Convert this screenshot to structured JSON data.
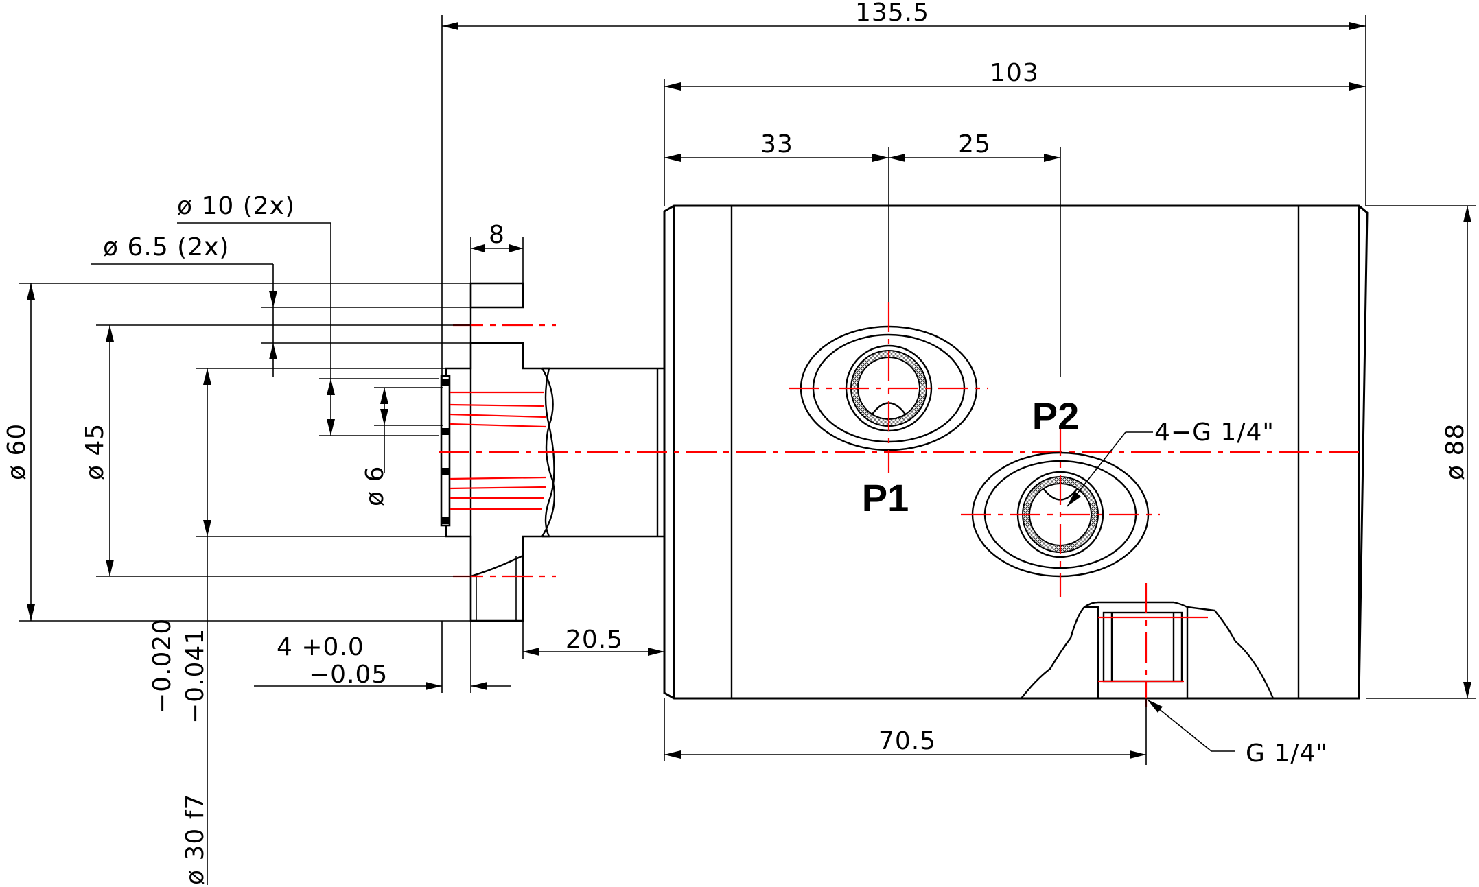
{
  "dimensions": {
    "total_length": "135.5",
    "body_length": "103",
    "p1_offset": "33",
    "p1_p2_spacing": "25",
    "flange_thickness": "8",
    "hole_10": "ø 10 (2x)",
    "hole_6_5": "ø 6.5 (2x)",
    "dia_60": "ø 60",
    "dia_45": "ø 45",
    "dia_6": "ø 6",
    "dia_88": "ø 88",
    "dia_30": "ø 30 f7",
    "tol_30": "( −0.020  −0.041 )",
    "tol_30_upper": "−0.020",
    "tol_30_lower": "−0.041",
    "groove_width": "4 +0.0",
    "groove_tol": "−0.05",
    "shaft_length": "20.5",
    "bottom_port_offset": "70.5"
  },
  "labels": {
    "port1": "P1",
    "port2": "P2",
    "thread_4x": "4−G 1/4\"",
    "thread_bottom": "G 1/4\""
  }
}
